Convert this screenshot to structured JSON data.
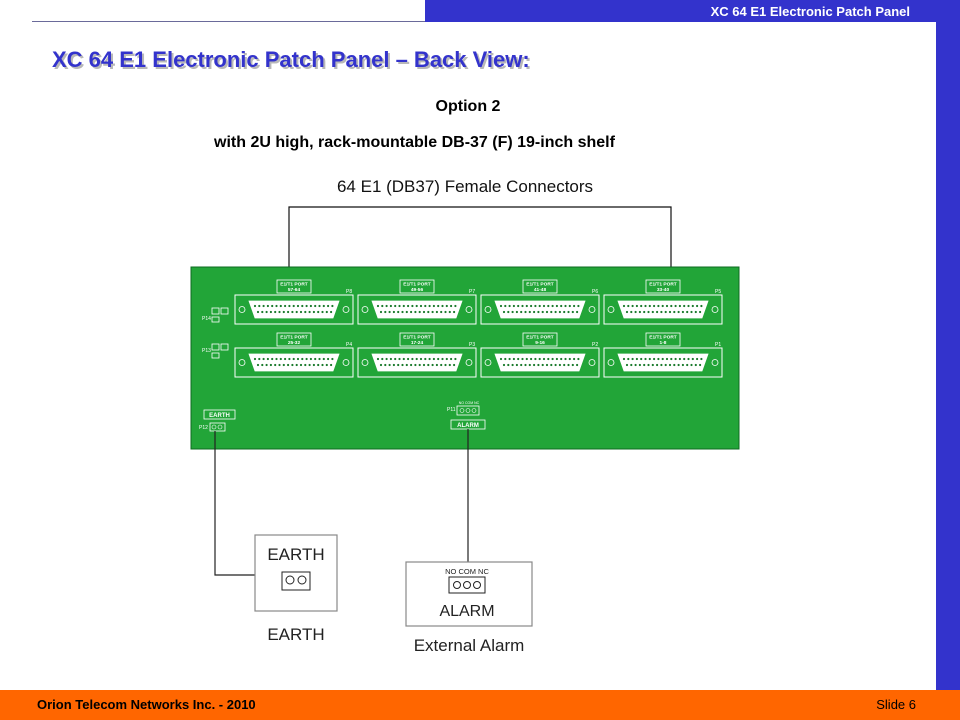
{
  "header": {
    "title": "XC 64 E1 Electronic Patch Panel"
  },
  "slide": {
    "title": "XC 64 E1 Electronic Patch Panel – Back View:",
    "option": "Option 2",
    "description": "with 2U high, rack-mountable DB-37 (F) 19-inch shelf"
  },
  "diagram": {
    "connectors_label": "64 E1 (DB37) Female Connectors",
    "ports_top": [
      {
        "label": "E1/T1 PORT",
        "range": "57-64",
        "ref": "P8"
      },
      {
        "label": "E1/T1 PORT",
        "range": "49-56",
        "ref": "P7"
      },
      {
        "label": "E1/T1 PORT",
        "range": "41-48",
        "ref": "P6"
      },
      {
        "label": "E1/T1 PORT",
        "range": "33-40",
        "ref": "P5"
      }
    ],
    "ports_bottom": [
      {
        "label": "E1/T1 PORT",
        "range": "25-32",
        "ref": "P4"
      },
      {
        "label": "E1/T1 PORT",
        "range": "17-24",
        "ref": "P3"
      },
      {
        "label": "E1/T1 PORT",
        "range": "9-16",
        "ref": "P2"
      },
      {
        "label": "E1/T1 PORT",
        "range": "1-8",
        "ref": "P1"
      }
    ],
    "side_refs": {
      "upper": "P14",
      "lower": "P13"
    },
    "earth_label": "EARTH",
    "earth_ref": "P12",
    "alarm_label": "ALARM",
    "alarm_ref": "P11",
    "alarm_pins": "NO COM NC",
    "earth_box_title": "EARTH",
    "earth_caption": "EARTH",
    "alarm_box_pins": "NO COM NC",
    "alarm_box_title": "ALARM",
    "alarm_caption": "External Alarm"
  },
  "footer": {
    "company": "Orion  Telecom Networks Inc. - 2010",
    "slide_number": "Slide 6"
  },
  "colors": {
    "accent": "#3333cc",
    "footer": "#ff6600",
    "board": "#22a538"
  }
}
